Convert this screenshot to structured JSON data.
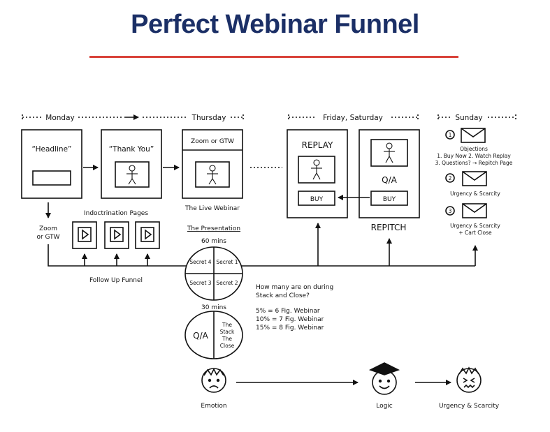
{
  "title": "Perfect Webinar Funnel",
  "days": {
    "monday": "Monday",
    "thursday": "Thursday",
    "friday_saturday": "Friday, Saturday",
    "sunday": "Sunday"
  },
  "pages": {
    "headline": "“Headline”",
    "thank_you": "“Thank You”",
    "zoom_or_gtw": "Zoom or GTW",
    "live_webinar": "The Live Webinar",
    "replay": "REPLAY",
    "qa": "Q/A",
    "buy": "BUY",
    "repitch": "REPITCH"
  },
  "left_flow": {
    "zoom_label_1": "Zoom",
    "zoom_label_2": "or GTW",
    "indoctrination": "Indoctrination Pages",
    "follow_up": "Follow Up Funnel"
  },
  "presentation": {
    "heading": "The Presentation",
    "sixty": "60 mins",
    "secrets": [
      "Secret 4",
      "Secret 1",
      "Secret 3",
      "Secret 2"
    ],
    "thirty": "30 mins",
    "qa": "Q/A",
    "stack_close": [
      "The",
      "Stack",
      "The",
      "Close"
    ]
  },
  "question": {
    "line1": "How many are on during",
    "line2": "Stack and Close?",
    "stats": [
      "5% = 6 Fig. Webinar",
      "10% = 7 Fig. Webinar",
      "15% = 8 Fig. Webinar"
    ]
  },
  "sunday_emails": [
    {
      "num": "1",
      "lines": [
        "Objections",
        "1. Buy Now 2. Watch Replay",
        "3. Questions? → Repitch Page"
      ]
    },
    {
      "num": "2",
      "lines": [
        "Urgency & Scarcity"
      ]
    },
    {
      "num": "3",
      "lines": [
        "Urgency & Scarcity",
        "+ Cart Close"
      ]
    }
  ],
  "emotions": {
    "emotion": "Emotion",
    "logic": "Logic",
    "urgency": "Urgency & Scarcity"
  },
  "colors": {
    "title": "#1b2f66",
    "rule": "#d9423a",
    "ink": "#111111"
  }
}
